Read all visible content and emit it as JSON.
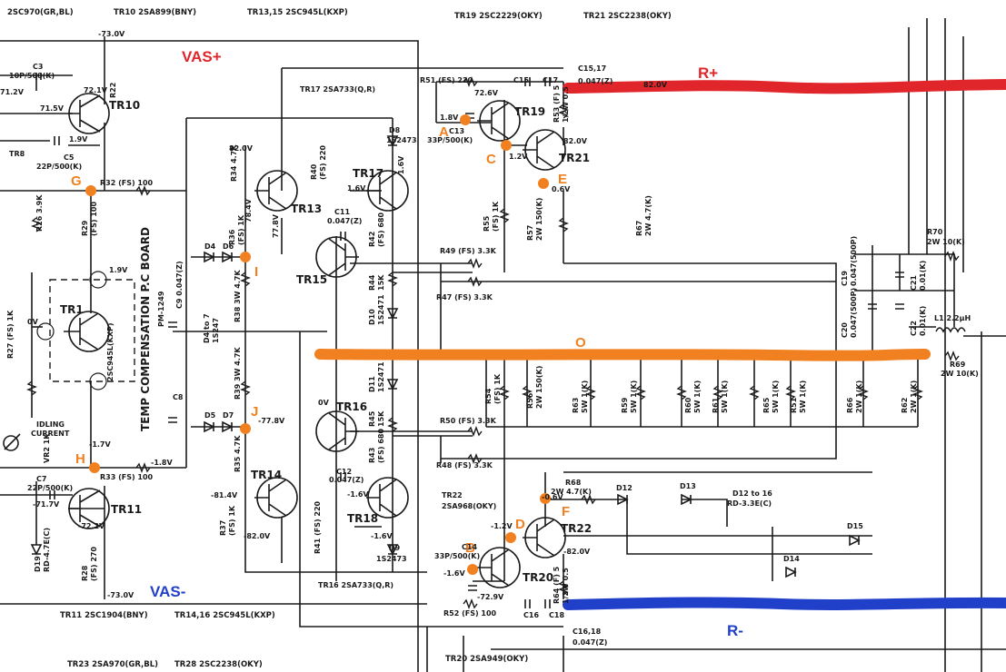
{
  "header": {
    "t1": "2SC970(GR,BL)",
    "t2": "TR10  2SA899(BNY)",
    "t3": "TR13,15  2SC945L(KXP)",
    "t4": "TR19  2SC2229(OKY)",
    "t5": "TR21  2SC2238(OKY)"
  },
  "footer": {
    "f1": "TR11  2SC1904(BNY)",
    "f2": "TR14,16  2SC945L(KXP)",
    "f3": "TR23  2SA970(GR,BL)",
    "f4": "TR28  2SC2238(OKY)",
    "f5": "TR20  2SA949(OKY)"
  },
  "rails": {
    "vas_plus": "VAS+",
    "vas_minus": "VAS-",
    "r_plus": "R+",
    "r_minus": "R-",
    "output": "O",
    "color_rplus": "#e0262b",
    "color_rminus": "#2140c9",
    "color_output": "#f08020"
  },
  "nodes": [
    "A",
    "B",
    "C",
    "D",
    "E",
    "F",
    "G",
    "H",
    "I",
    "J"
  ],
  "transistors": {
    "tr1": "TR1",
    "tr10": "TR10",
    "tr11": "TR11",
    "tr13": "TR13",
    "tr14": "TR14",
    "tr15": "TR15",
    "tr16": "TR16",
    "tr17": "TR17",
    "tr18": "TR18",
    "tr19": "TR19",
    "tr20": "TR20",
    "tr21": "TR21",
    "tr22": "TR22"
  },
  "labels": {
    "v73": "-73.0V",
    "v73b": "-73.0V",
    "c3": "C3",
    "c3v": "10P/500(K)",
    "r22": "R22",
    "v721": "72.1V",
    "v712": "71.2V",
    "v715": "71.5V",
    "v19": "1.9V",
    "tr8": "TR8",
    "c5": "C5",
    "c5v": "22P/500(K)",
    "r32": "R32 (FS) 100",
    "r29": "R29",
    "r29v": "(FS) 100",
    "r26": "R26 3.9K",
    "board1": "TEMP COMPENSATION P.C BOARD",
    "board2": "PM-1249",
    "tr1b": "TR1",
    "tr1type": "2SC945L(KXP)",
    "idling1": "IDLING",
    "idling2": "CURRENT",
    "vr2": "VR2 1K",
    "r27": "R27 (FS) 1K",
    "zv": "0V",
    "v19b": "1.9V",
    "c7": "C7",
    "c7v": "22P/500(K)",
    "v717": "-71.7V",
    "r33": "R33 (FS) 100",
    "v17": "-1.7V",
    "v18": "-1.8V",
    "d19": "D19",
    "d19v": "RD-4.7E(C)",
    "r28": "R28",
    "r28v": "(FS) 270",
    "v722": "-72.2V",
    "r34": "R34 4.7K",
    "v820": "82.0V",
    "r36": "R36",
    "r36v": "(FS) 1K",
    "v784": "78.4V",
    "v778": "77.8V",
    "d4": "D4",
    "d5": "D5",
    "d6": "D6",
    "d7": "D7",
    "r38": "R38 3W 4.7K",
    "r39": "R39 3W 4.7K",
    "c9": "C9 0.047(Z)",
    "c8": "C8",
    "d4to": "D4 to 7",
    "d4to2": "1S247",
    "v778b": "-77.8V",
    "r35": "R35 4.7K",
    "v814": "-81.4V",
    "r37": "R37",
    "r37v": "(FS) 1K",
    "v820b": "-82.0V",
    "r40": "R40",
    "r40v": "(FS) 220",
    "v16": "1.6V",
    "v16b": "1.6V",
    "c11": "C11",
    "c11v": "0.047(Z)",
    "r42": "R42",
    "r42v": "(FS) 680",
    "r44": "R44",
    "r44v": "15K",
    "d8": "D8",
    "d8v": "1S2473",
    "d10": "D10",
    "d10v": "1S2471",
    "d11": "D11",
    "d11v": "1S2471",
    "r45": "R45",
    "r45v": "15K",
    "r43": "R43",
    "r43v": "(FS) 680",
    "c12": "C12",
    "c12v": "0.047(Z)",
    "v16c": "-1.6V",
    "v16d": "-1.6V",
    "r41": "R41 (FS) 220",
    "d9": "D9",
    "d9v": "1S2473",
    "zv2": "0V",
    "tr17l": "TR17  2SA733(Q,R)",
    "r51": "R51 (FS) 220",
    "c15": "C15",
    "c17": "C17",
    "c1517": "C15,17",
    "c1517v": "0.047(Z)",
    "v82r": "82.0V",
    "v726": "72.6V",
    "v18b": "1.8V",
    "c13": "C13",
    "c13v": "33P/500(K)",
    "r53": "R53 (F) 5",
    "r53v": "1/2W 0.5",
    "v12": "1.2V",
    "v820c": "82.0V",
    "v06": "0.6V",
    "r55": "R55",
    "r55v": "(FS) 1K",
    "r57": "R57",
    "r57v": "2W 150(K)",
    "r67": "R67",
    "r67v": "2W 4.7(K)",
    "r49": "R49 (FS) 3.3K",
    "r47": "R47 (FS) 3.3K",
    "r50": "R50 (FS) 3.3K",
    "r48": "R48 (FS) 3.3K",
    "r54": "R54",
    "r54v": "(FS) 1K",
    "r56": "R56",
    "r56v": "2W 150(K)",
    "r63": "R63",
    "r63v": "5W 1(K)",
    "r59": "R59",
    "r59v": "5W 1(K)",
    "r60": "R60",
    "r60v": "5W 1(K)",
    "r61": "R61",
    "r61v": "5W 1(K)",
    "r65": "R65",
    "r65v": "5W 1(K)",
    "r51b": "R51",
    "r51bv": "5W 1(K)",
    "r66": "R66",
    "r66v": "2W 1(K)",
    "r62": "R62",
    "r62v": "2W 1(K)",
    "r69": "R69",
    "r69v": "2W 10(K)",
    "r70": "R70",
    "r70v": "2W 10(K)",
    "l1": "L1 2.2μH",
    "c19": "C19",
    "c19v": "0.047(500P)",
    "c20": "C20",
    "c20v": "0.047(500P)",
    "c21": "C21",
    "c21v": "0.01(K)",
    "c22": "C22",
    "c22v": "0.01(K)",
    "tr22l": "TR22",
    "tr22type": "2SA968(OKY)",
    "v12b": "-1.2V",
    "v06b": "-0.6V",
    "r68": "R68",
    "r68v": "2W 4.7(K)",
    "d12": "D12",
    "d13": "D13",
    "d12to": "D12 to 16",
    "d12tov": "RD-3.3E(C)",
    "d15": "D15",
    "d14": "D14",
    "c14": "C14",
    "c14v": "33P/500(K)",
    "v16e": "-1.6V",
    "v729": "-72.9V",
    "v820d": "-82.0V",
    "r52": "R52 (FS) 100",
    "c16": "C16",
    "c18": "C18",
    "c1618": "C16,18",
    "c1618v": "0.047(Z)",
    "r64": "R64 (F) 5",
    "r64v": "1/2W 0.5",
    "tr16l": "TR16  2SA733(Q,R)"
  }
}
